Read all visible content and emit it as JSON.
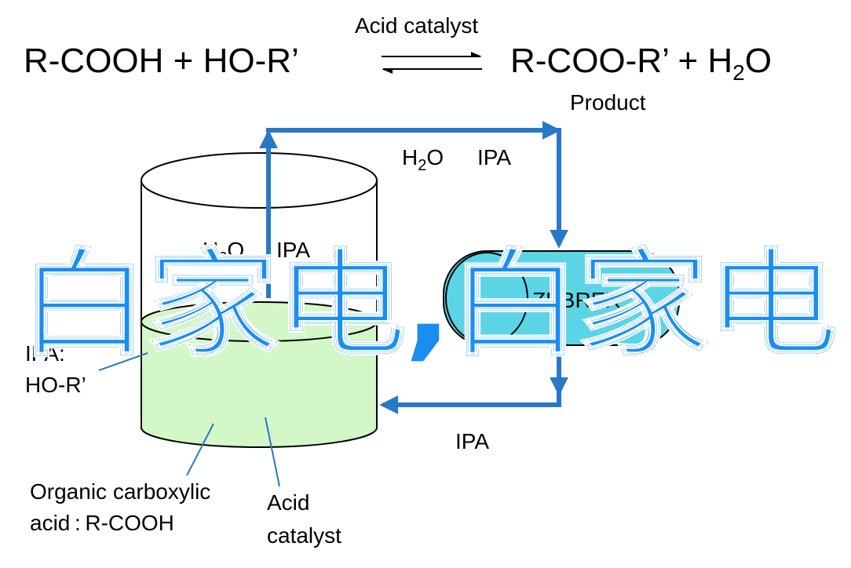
{
  "equation": {
    "left": "R-COOH + HO-R’",
    "catalyst_above_arrow": "Acid catalyst",
    "right_main": "R-COO-R’ + H",
    "right_subscript": "2",
    "right_end": "O",
    "product_label": "Product"
  },
  "flows": {
    "top_h": "H",
    "top_sub": "2",
    "top_o": "O",
    "top_ipa": "IPA",
    "bottom_ipa": "IPA"
  },
  "tank": {
    "vapor_h": "H",
    "vapor_sub": "2",
    "vapor_o": "O",
    "vapor_ipa": "IPA",
    "liquid_label_line1": "IPA:",
    "liquid_label_line2": "HO-R’",
    "acid_label_line1": "Organic carboxylic",
    "acid_label_line2": "acid : R-COOH",
    "catalyst_label_line1": "Acid",
    "catalyst_label_line2": "catalyst"
  },
  "membrane": {
    "label": "ZEBREX"
  },
  "watermark": {
    "text": "白家电,白家电"
  },
  "colors": {
    "arrow_blue": "#2878c8",
    "liquid_green": "#d4f7c8",
    "module_cyan": "#5bd5e6",
    "watermark_blue": "#1a8ef0"
  }
}
